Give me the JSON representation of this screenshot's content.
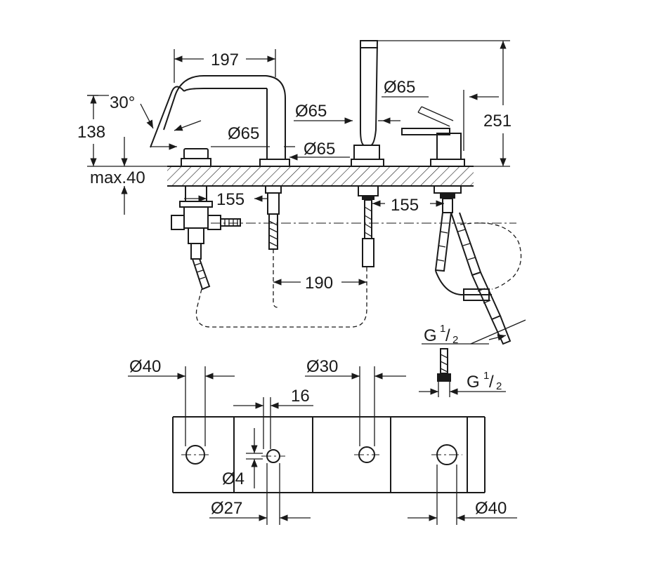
{
  "labels": {
    "d197": "197",
    "angle30": "30°",
    "d138": "138",
    "dia65_spout": "Ø65",
    "dia65_shower": "Ø65",
    "dia65_side": "Ø65",
    "dia65_right": "Ø65",
    "d251": "251",
    "max40": "max.40",
    "d155_left": "155",
    "d155_right": "155",
    "d190": "190",
    "g_main": "G",
    "g_half_sup": "1",
    "g_half_sub": "2",
    "g_small": "G",
    "g_small_sup": "1",
    "g_small_sub": "2",
    "dia40_left": "Ø40",
    "dia30": "Ø30",
    "d16": "16",
    "dia4": "Ø4",
    "dia27": "Ø27",
    "dia40_right": "Ø40"
  }
}
